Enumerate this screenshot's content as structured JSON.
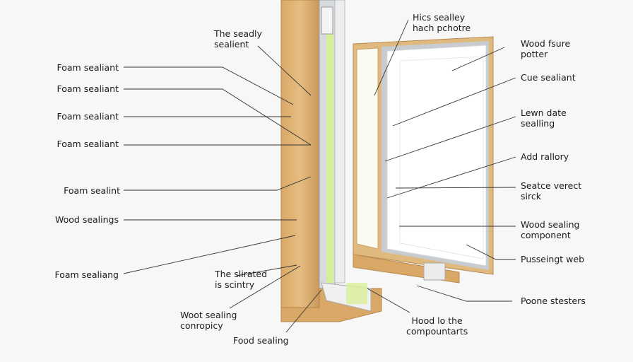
{
  "left_labels": [
    "Foam sealiant",
    "Foam sealiant",
    "Foam sealiant",
    "Foam sealiant",
    "Foam sealint",
    "Wood sealings",
    "Foam sealiang"
  ],
  "top_label": [
    "The seadly",
    "sealient"
  ],
  "top_right_label": [
    "Hics sealley",
    "hach pchotre"
  ],
  "right_labels": [
    [
      "Wood fsure",
      "potter"
    ],
    [
      "Cue sealiant"
    ],
    [
      "Lewn date",
      "sealling"
    ],
    [
      "Add rallory"
    ],
    [
      "Seatce verect",
      "sirck"
    ],
    [
      "Wood sealing",
      "component"
    ],
    [
      "Pusseingt web"
    ],
    [
      "Poone stesters"
    ]
  ],
  "bottom_labels": {
    "slirated": [
      "The slirated",
      "is scintry"
    ],
    "woot": [
      "Woot sealing",
      "conropicy"
    ],
    "food": "Food sealing",
    "hood": [
      "Hood lo the",
      "compountarts"
    ]
  },
  "colors": {
    "wood": "#dcae6e",
    "wood_dark": "#c08d4e",
    "foam": "#d8ef9a",
    "metal": "#b9bec3",
    "frame_white": "#fafafa"
  }
}
